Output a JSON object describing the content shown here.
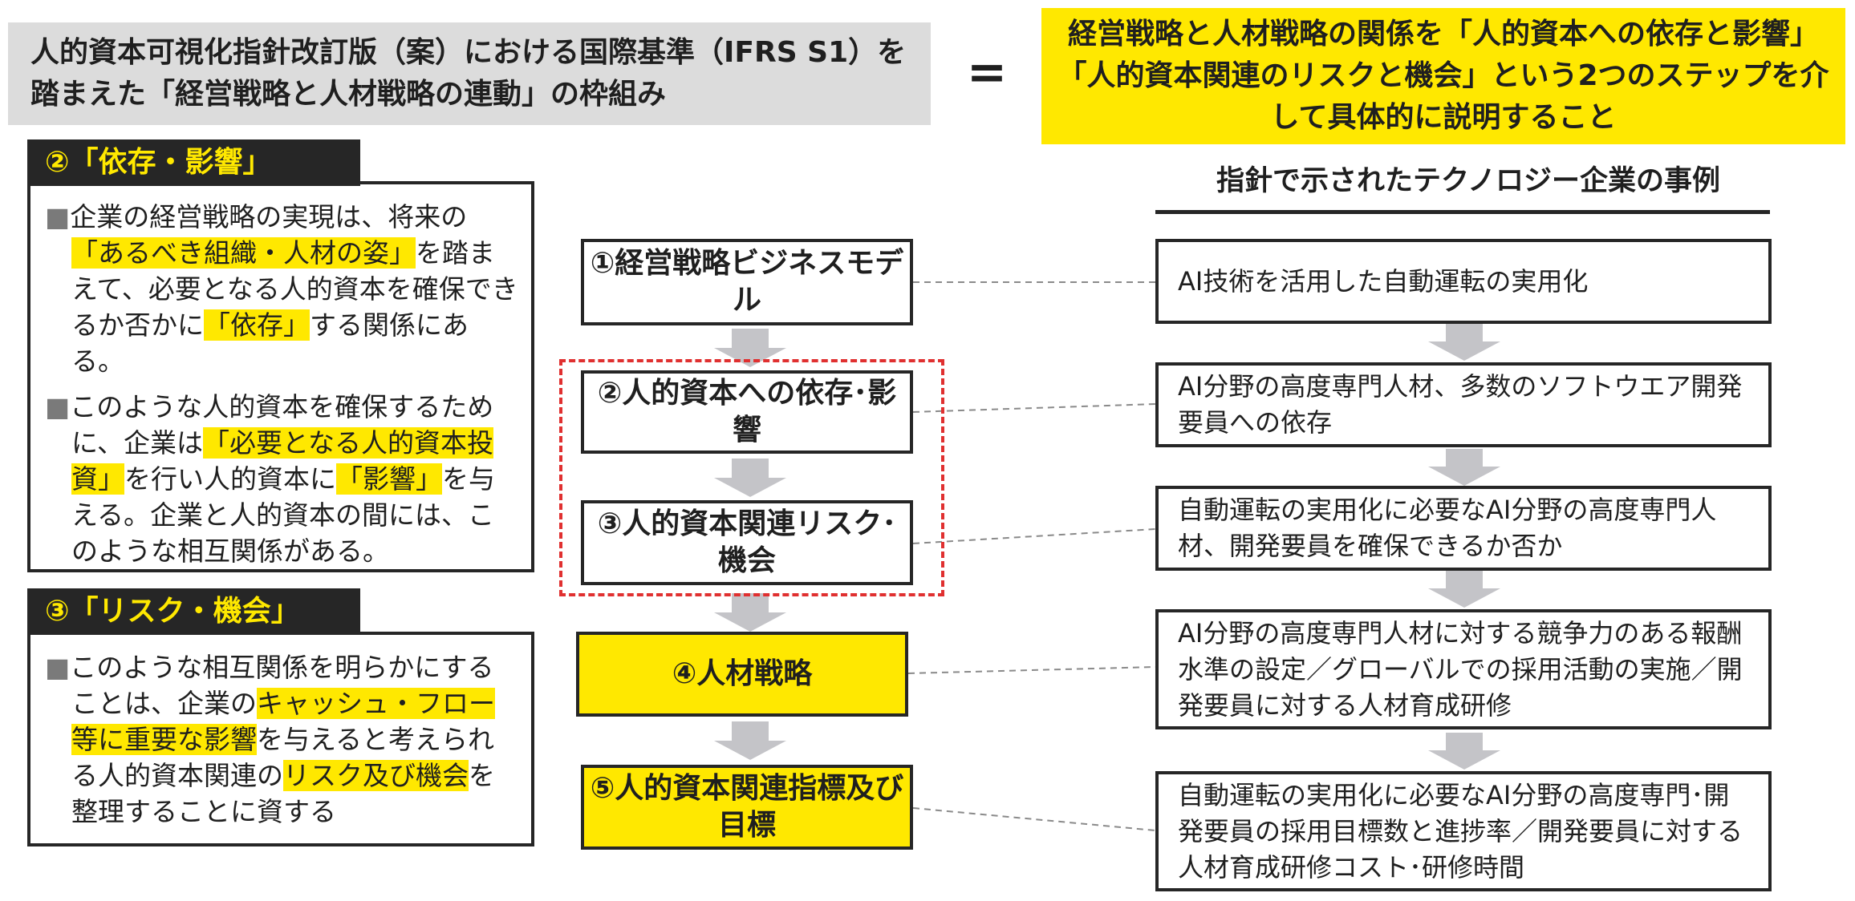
{
  "header": {
    "title": "人的資本可視化指針改訂版（案）における国際基準（IFRS S1）を踏まえた「経営戦略と人材戦略の連動」の枠組み",
    "equals": "=",
    "summary": "経営戦略と人材戦略の関係を「人的資本への依存と影響」「人的資本関連のリスクと機会」という2つのステップを介して具体的に説明すること"
  },
  "left": {
    "dependence": {
      "tag_num": "②",
      "tag_label": "「依存・影響」",
      "p1": [
        "企業の経営戦略の実現は、将来の",
        "「あるべき組織・人材の姿」",
        "を踏まえて、必要となる人的資本を確保できるか否かに",
        "「依存」",
        "する関係にある。"
      ],
      "p2": [
        "このような人的資本を確保するために、企業は",
        "「必要となる人的資本投資」",
        "を行い人的資本に",
        "「影響」",
        "を与える。企業と人的資本の間には、このような相互関係がある。"
      ]
    },
    "risk": {
      "tag_num": "③",
      "tag_label": "「リスク・機会」",
      "p1": [
        "このような相互関係を明らかにすることは、企業の",
        "キャッシュ・フロー等に重要な影響",
        "を与えると考えられる人的資本関連の",
        "リスク及び機会",
        "を整理することに資する"
      ]
    },
    "bullet": "■"
  },
  "flow": {
    "step1": "①経営戦略ビジネスモデル",
    "step2": "②人的資本への依存･影響",
    "step3": "③人的資本関連リスク･機会",
    "step4": "④人材戦略",
    "step5": "⑤人的資本関連指標及び目標"
  },
  "examples": {
    "heading": "指針で示されたテクノロジー企業の事例",
    "items": [
      "AI技術を活用した自動運転の実用化",
      "AI分野の高度専門人材、多数のソフトウエア開発要員への依存",
      "自動運転の実用化に必要なAI分野の高度専門人材、開発要員を確保できるか否か",
      "AI分野の高度専門人材に対する競争力のある報酬水準の設定／グローバルでの採用活動の実施／開発要員に対する人材育成研修",
      "自動運転の実用化に必要なAI分野の高度専門･開発要員の採用目標数と進捗率／開発要員に対する人材育成研修コスト･研修時間"
    ]
  },
  "colors": {
    "accent_yellow": "#FFE800",
    "dark": "#262626",
    "title_gray": "#dcdcdc",
    "dashed_red": "#e03030",
    "arrow_gray": "#c4c4c8"
  }
}
